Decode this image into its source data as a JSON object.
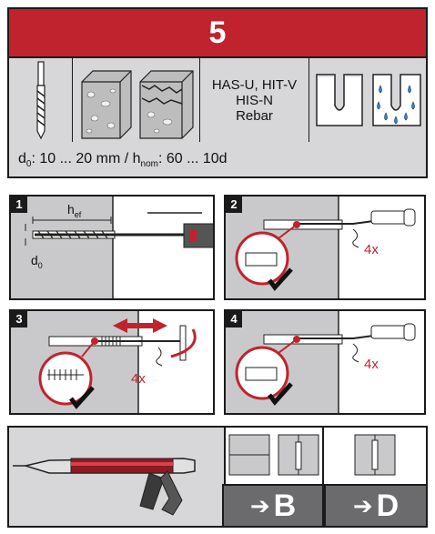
{
  "header": {
    "step": "5"
  },
  "info": {
    "anchors": [
      "HAS-U, HIT-V",
      "HIS-N",
      "Rebar"
    ],
    "spec": {
      "d_sym": "d",
      "d_sub": "0",
      "d_range": ": 10 ... 20 mm / h",
      "h_sub": "nom",
      "h_range": ": 60 ... 10d"
    }
  },
  "steps": [
    {
      "number": "1",
      "h_label": "h",
      "h_sub": "ef",
      "d_label": "d",
      "d_sub": "0"
    },
    {
      "number": "2",
      "repeat": "4x"
    },
    {
      "number": "3",
      "repeat": "4x"
    },
    {
      "number": "4",
      "repeat": "4x"
    }
  ],
  "references": [
    {
      "arrow": "➔",
      "letter": "B"
    },
    {
      "arrow": "➔",
      "letter": "D"
    }
  ],
  "colors": {
    "brand_red": "#c0232e",
    "panel_grey": "#d7d7d9",
    "dark_grey": "#6b6b6d"
  },
  "icons": [
    "drill-bit-icon",
    "concrete-icon",
    "cracked-concrete-icon",
    "dry-hole-icon",
    "wet-hole-icon",
    "dispenser-icon"
  ]
}
